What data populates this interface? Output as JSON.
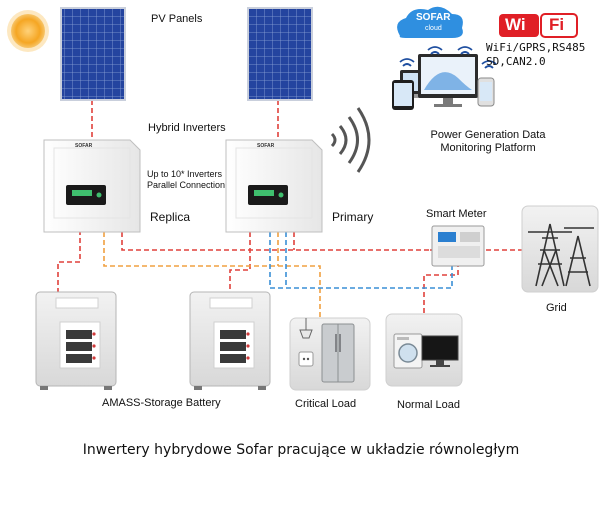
{
  "labels": {
    "pv_panels": "PV Panels",
    "hybrid_inverters": "Hybrid Inverters",
    "parallel_line1": "Up to 10* Inverters",
    "parallel_line2": "Parallel Connection",
    "replica": "Replica",
    "primary": "Primary",
    "smart_meter": "Smart Meter",
    "grid": "Grid",
    "battery": "AMASS-Storage Battery",
    "critical_load": "Critical Load",
    "normal_load": "Normal Load",
    "monitoring_line1": "Power Generation Data",
    "monitoring_line2": "Monitoring Platform",
    "cloud_brand": "SOFAR",
    "cloud_sub": "cloud",
    "wifi_logo_a": "Wi",
    "wifi_logo_b": "Fi",
    "comms_line1": "WiFi/GPRS,RS485",
    "comms_line2": "SD,CAN2.0",
    "inverter_brand": "SOFAR"
  },
  "caption": "Inwertery hybrydowe Sofar pracujące w układzie równoległym",
  "colors": {
    "dc_line": "#e0413b",
    "ac_load_line": "#f0a040",
    "comm_line": "#3a8fd6",
    "sun": "#f5a623",
    "panel": "#1f3f9e",
    "wifi_badge": "#e01f26",
    "cloud": "#2f8fe0"
  }
}
